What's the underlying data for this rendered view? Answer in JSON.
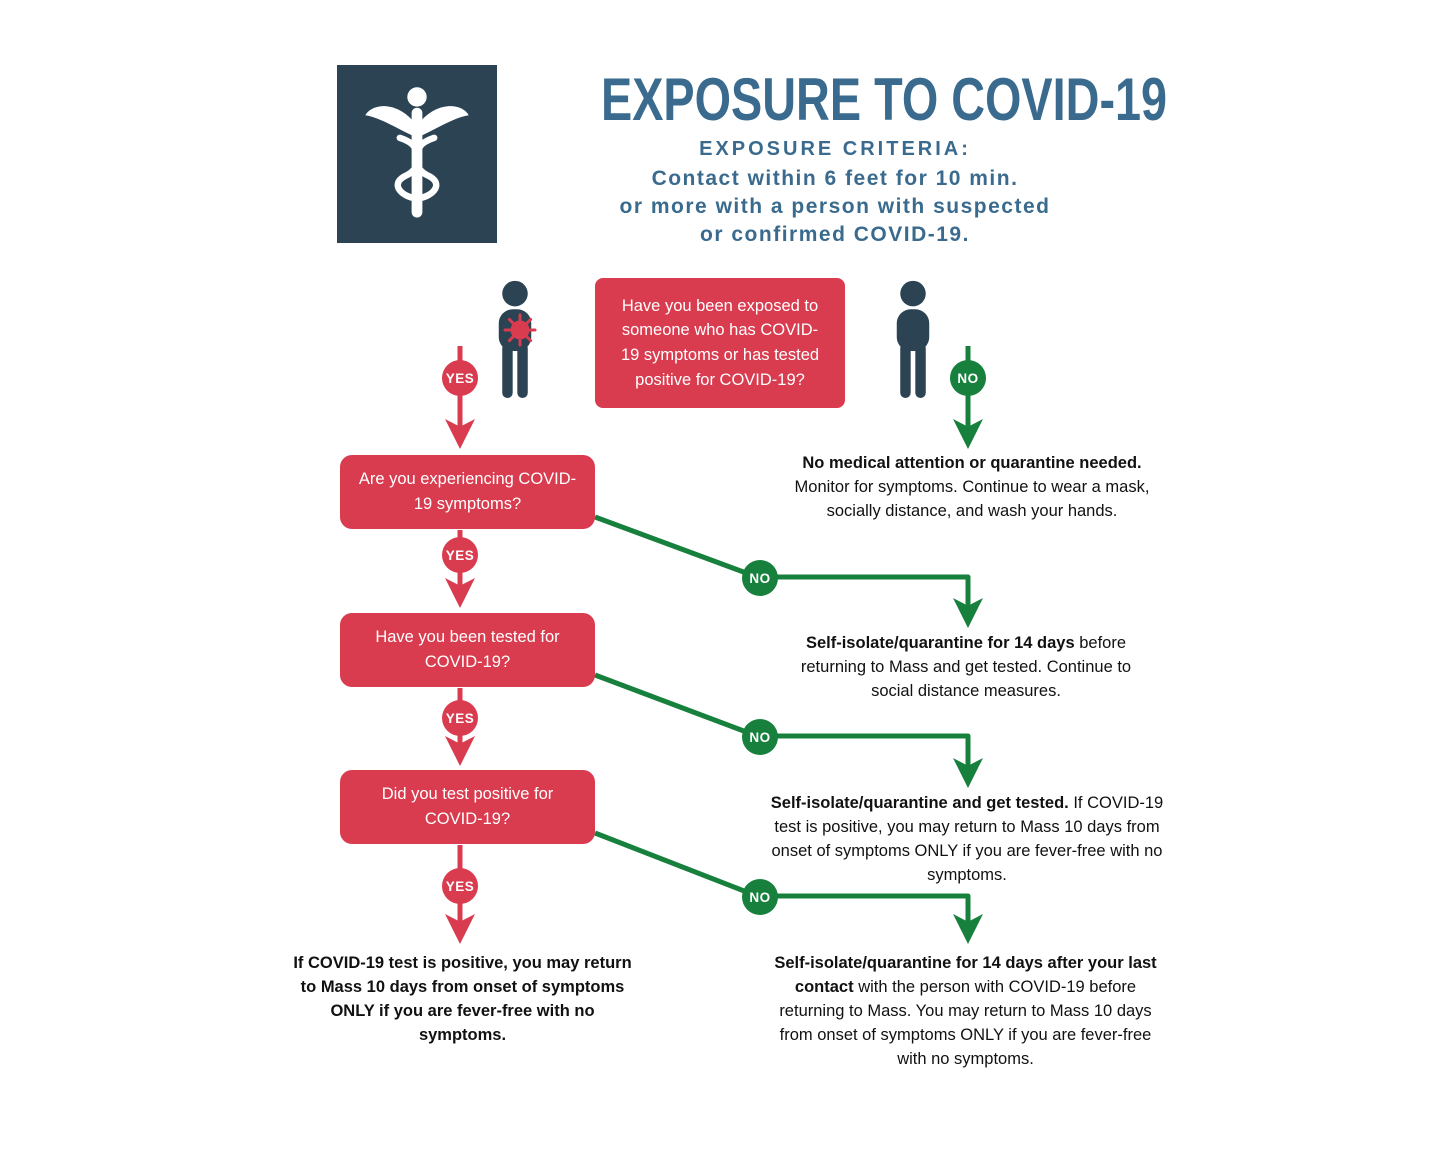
{
  "header": {
    "title": "EXPOSURE TO COVID-19",
    "criteria_label": "EXPOSURE CRITERIA:",
    "criteria_lines": [
      "Contact within 6 feet for 10 min.",
      "or more with a person with suspected",
      "or confirmed COVID-19."
    ]
  },
  "labels": {
    "yes": "YES",
    "no": "NO"
  },
  "flow": {
    "root_question": "Have you been exposed to someone who has COVID-19 symptoms or has tested positive for COVID-19?",
    "questions": [
      {
        "text": "Are you experiencing COVID-19 symptoms?"
      },
      {
        "text": "Have you been tested for COVID-19?"
      },
      {
        "text": "Did you test positive for COVID-19?"
      }
    ]
  },
  "outcomes": {
    "no_exposure": {
      "bold": "No medical attention or quarantine needed.",
      "rest": " Monitor for symptoms. Continue to wear a mask, socially distance, and wash your hands."
    },
    "no_symptoms": {
      "bold": "Self-isolate/quarantine for 14 days",
      "rest": " before returning to Mass and get tested. Continue to social distance measures."
    },
    "not_tested": {
      "bold": "Self-isolate/quarantine and get tested.",
      "rest": " If COVID-19 test is positive, you may return to Mass 10 days from onset of symptoms ONLY if you are fever-free with no symptoms."
    },
    "tested_negative": {
      "bold": "Self-isolate/quarantine for 14 days after your last contact",
      "rest": " with the person with COVID-19 before returning to Mass. You may return to Mass 10 days from onset of symptoms ONLY if you are fever-free with no symptoms."
    },
    "tested_positive": {
      "bold": "If COVID-19 test is positive, you may return to Mass 10 days from onset of symptoms ONLY if you are fever-free with no symptoms."
    }
  },
  "icons": {
    "logo": "caduceus-icon",
    "exposed_person": "exposed-person-icon",
    "virus": "virus-icon",
    "healthy_person": "person-icon"
  },
  "colors": {
    "accent_blue": "#3a6b8e",
    "box_red": "#d93b4f",
    "arrow_green": "#17803d",
    "icon_navy": "#2b4353",
    "text_black": "#111111"
  }
}
